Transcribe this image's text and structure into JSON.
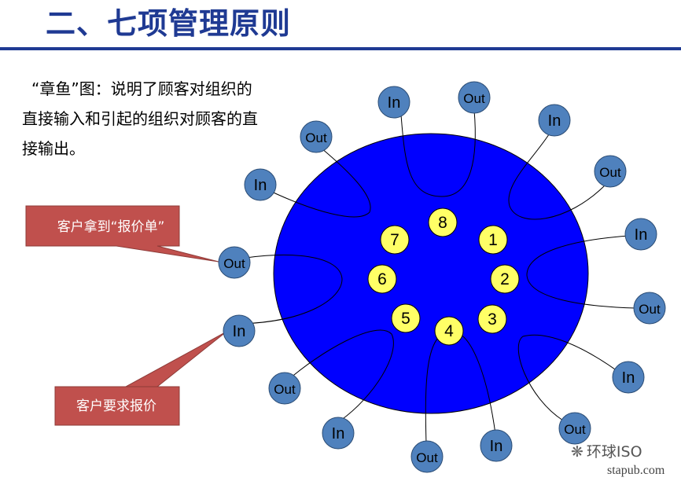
{
  "header": {
    "title": "二、七项管理原则"
  },
  "description": {
    "lines": [
      "“章鱼”图：说明了顾客对组织的",
      "直接输入和引起的组织对顾客的直",
      "接输出。"
    ]
  },
  "colors": {
    "title": "#1f3a93",
    "body": "#0000ff",
    "bubble": "#4f81bd",
    "number": "#ffff66",
    "callout": "#c0504d"
  },
  "diagram": {
    "numbers": [
      "1",
      "2",
      "3",
      "4",
      "5",
      "6",
      "7",
      "8"
    ],
    "bubbles": [
      {
        "label": "In"
      },
      {
        "label": "Out"
      },
      {
        "label": "In"
      },
      {
        "label": "Out"
      },
      {
        "label": "In"
      },
      {
        "label": "Out"
      },
      {
        "label": "In"
      },
      {
        "label": "Out"
      },
      {
        "label": "In"
      },
      {
        "label": "Out"
      },
      {
        "label": "In"
      },
      {
        "label": "Out"
      },
      {
        "label": "In"
      },
      {
        "label": "Out"
      },
      {
        "label": "In"
      },
      {
        "label": "Out"
      }
    ],
    "callouts": {
      "quote": "客户拿到“报价单”",
      "request": "客户要求报价"
    }
  },
  "watermark": {
    "icon": "wechat-icon",
    "name": "环球ISO",
    "site": "stapub.com"
  }
}
